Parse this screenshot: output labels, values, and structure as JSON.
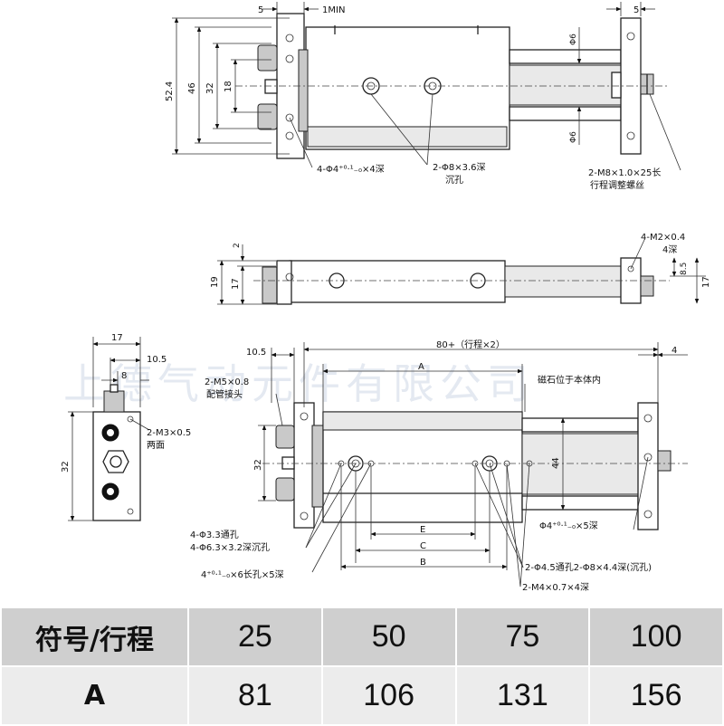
{
  "watermark": "上德气动元件有限公司",
  "top_view": {
    "dims": {
      "d_5_left": "5",
      "d_1min": "1MIN",
      "d_5_right": "5",
      "d_524": "52.4",
      "d_46": "46",
      "d_32": "32",
      "d_18": "18",
      "d_phi6_a": "Φ6",
      "d_phi6_b": "Φ6"
    },
    "callouts": {
      "holes_4": "4-Φ4⁺⁰·¹₋₀×4深",
      "counterbore_line1": "2-Φ8×3.6深",
      "counterbore_line2": "沉孔",
      "adjust_line1": "2-M8×1.0×25长",
      "adjust_line2": "行程调整螺丝"
    }
  },
  "side_view": {
    "dims": {
      "d_2": "2",
      "d_19": "19",
      "d_17_left": "17",
      "d_85": "8.5",
      "d_17_right": "17"
    },
    "callouts": {
      "m2_line1": "4-M2×0.4",
      "m2_line2": "4深"
    }
  },
  "end_view": {
    "dims": {
      "d_17": "17",
      "d_105": "10.5",
      "d_8": "8",
      "d_32": "32"
    },
    "callouts": {
      "m3_line1": "2-M3×0.5",
      "m3_line2": "两面"
    }
  },
  "bottom_view": {
    "dims": {
      "d_105": "10.5",
      "d_80": "80+（行程×2）",
      "d_4": "4",
      "d_A": "A",
      "d_32": "32",
      "d_44": "44",
      "d_E": "E",
      "d_C": "C",
      "d_B": "B"
    },
    "callouts": {
      "m5_line1": "2-M5×0.8",
      "m5_line2": "配管接头",
      "magnet": "磁石位于本体内",
      "phi4": "Φ4⁺⁰·¹₋₀×5深",
      "thru_line1": "4-Φ3.3通孔",
      "thru_line2": "4-Φ6.3×3.2深沉孔",
      "slot": "4⁺⁰·¹₋₀×6长孔×5深",
      "holes45": "2-Φ4.5通孔2-Φ8×4.4深(沉孔)",
      "m4": "2-M4×0.7×4深"
    }
  },
  "table": {
    "header": [
      "符号/行程",
      "25",
      "50",
      "75",
      "100"
    ],
    "rows": [
      [
        "A",
        "81",
        "106",
        "131",
        "156"
      ]
    ]
  }
}
